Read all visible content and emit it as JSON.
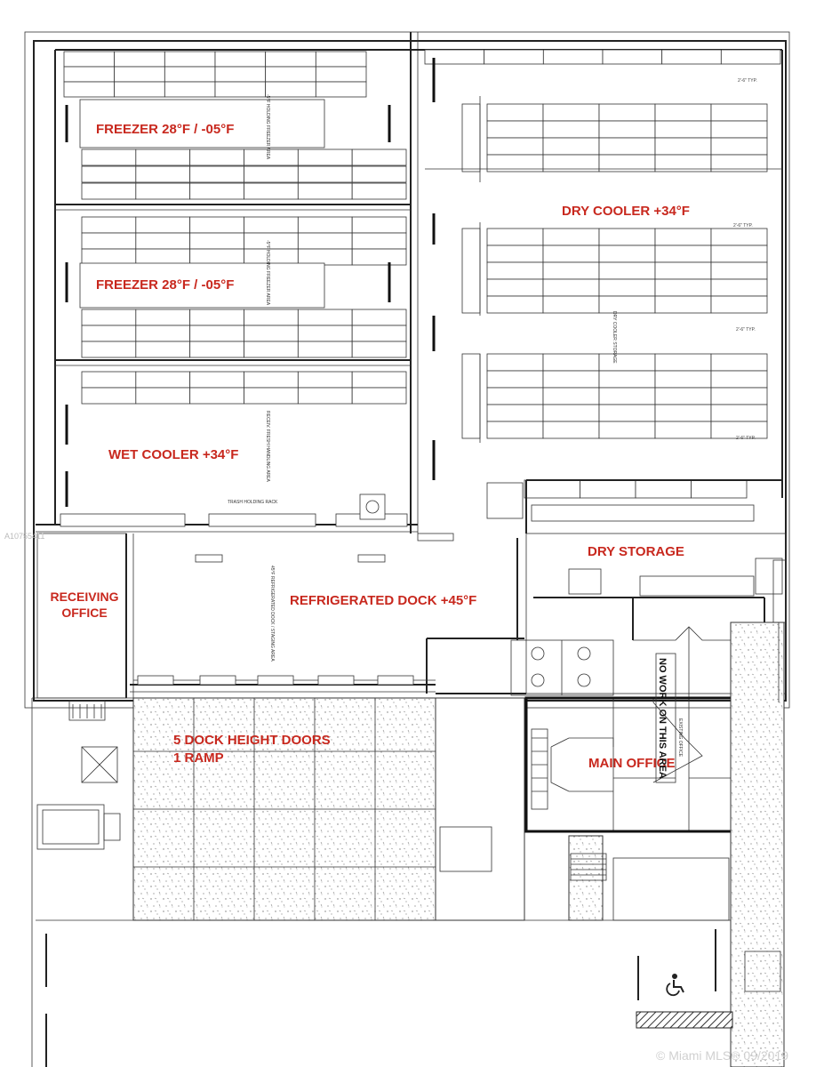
{
  "rooms": {
    "freezer_top": "FREEZER   28°F / -05°F",
    "freezer_mid": "FREEZER   28°F / -05°F",
    "wet_cooler": "WET COOLER   +34°F",
    "dry_cooler": "DRY COOLER   +34°F",
    "dry_storage": "DRY STORAGE",
    "receiving_office_l1": "RECEIVING",
    "receiving_office_l2": "OFFICE",
    "refrigerated_dock": "REFRIGERATED DOCK +45°F",
    "dock_doors_l1": "5 DOCK HEIGHT DOORS",
    "dock_doors_l2": "1 RAMP",
    "main_office": "MAIN OFFICE",
    "no_work": "NO WORK ON THIS AREA"
  },
  "notes": {
    "typ": "2'-6\" TYP.",
    "dry_cooler_storage": "DRY COOLER STORAGE",
    "wet_holding": "RECEIV. FRESH HANDLING AREA",
    "holding_freezer": "-5°F HOLDING FREEZER AREA",
    "dock_area": "45°F REFRIGERATED DOCK / STAGING AREA",
    "rack_label": "TRASH HOLDING RACK",
    "office_note": "EXISTING OFFICE"
  },
  "watermark": {
    "text": "© Miami MLS® 09/2019",
    "id": "A10755411"
  },
  "colors": {
    "label": "#c8281e",
    "line": "#222222"
  }
}
